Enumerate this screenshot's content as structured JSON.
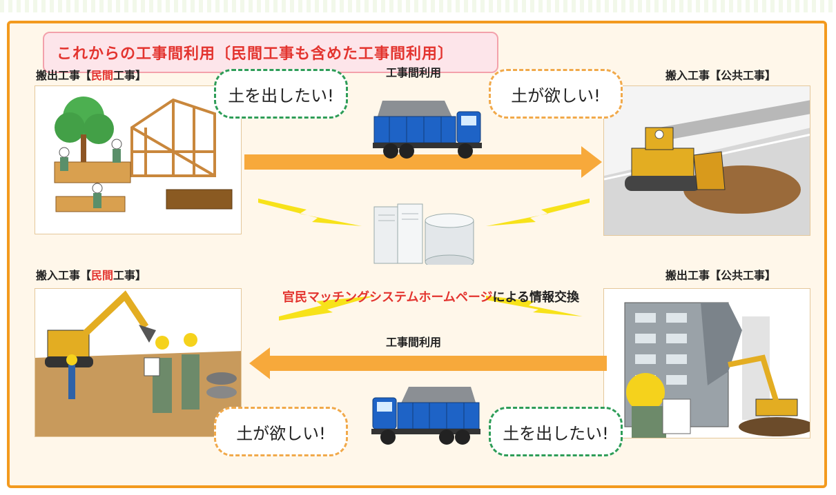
{
  "title": "これからの工事間利用〔民間工事も含めた工事間利用〕",
  "panels": {
    "top_left": {
      "pre": "搬出工事【",
      "hl": "民間",
      "post": "工事】"
    },
    "top_right": {
      "text": "搬入工事【公共工事】"
    },
    "bottom_left": {
      "pre": "搬入工事【",
      "hl": "民間",
      "post": "工事】"
    },
    "bottom_right": {
      "text": "搬出工事【公共工事】"
    }
  },
  "flows": {
    "top_label": "工事間利用",
    "bottom_label": "工事間利用"
  },
  "bubbles": {
    "top_left": "土を出したい!",
    "top_right": "土が欲しい!",
    "bottom_left": "土が欲しい!",
    "bottom_right": "土を出したい!"
  },
  "center": {
    "highlight": "官民マッチングシステムホームページ",
    "rest": "による情報交換"
  },
  "colors": {
    "frame": "#f39a1e",
    "arrow": "#f7a93b",
    "title_text": "#e3342f",
    "bubble_green": "#2e9d58",
    "bubble_orange": "#f1a94a",
    "bolt": "#f7e21a"
  },
  "icons": [
    "dump-truck-icon",
    "server-icon",
    "lightning-icon"
  ]
}
